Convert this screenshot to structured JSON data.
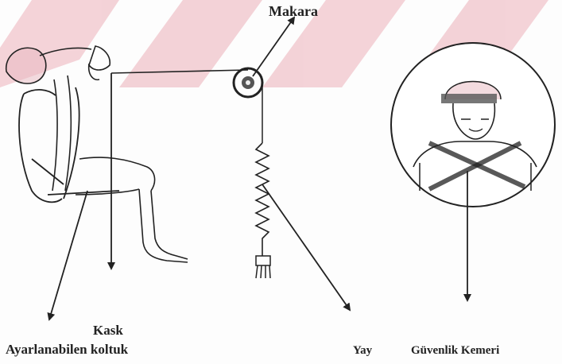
{
  "labels": {
    "makara": "Makara",
    "kask": "Kask",
    "koltuk": "Ayarlanabilen koltuk",
    "yay": "Yay",
    "kemer": "Güvenlik Kemeri"
  },
  "colors": {
    "ink": "#222222",
    "watermark": "#e8a0aa",
    "background": "#fdfdfd"
  }
}
